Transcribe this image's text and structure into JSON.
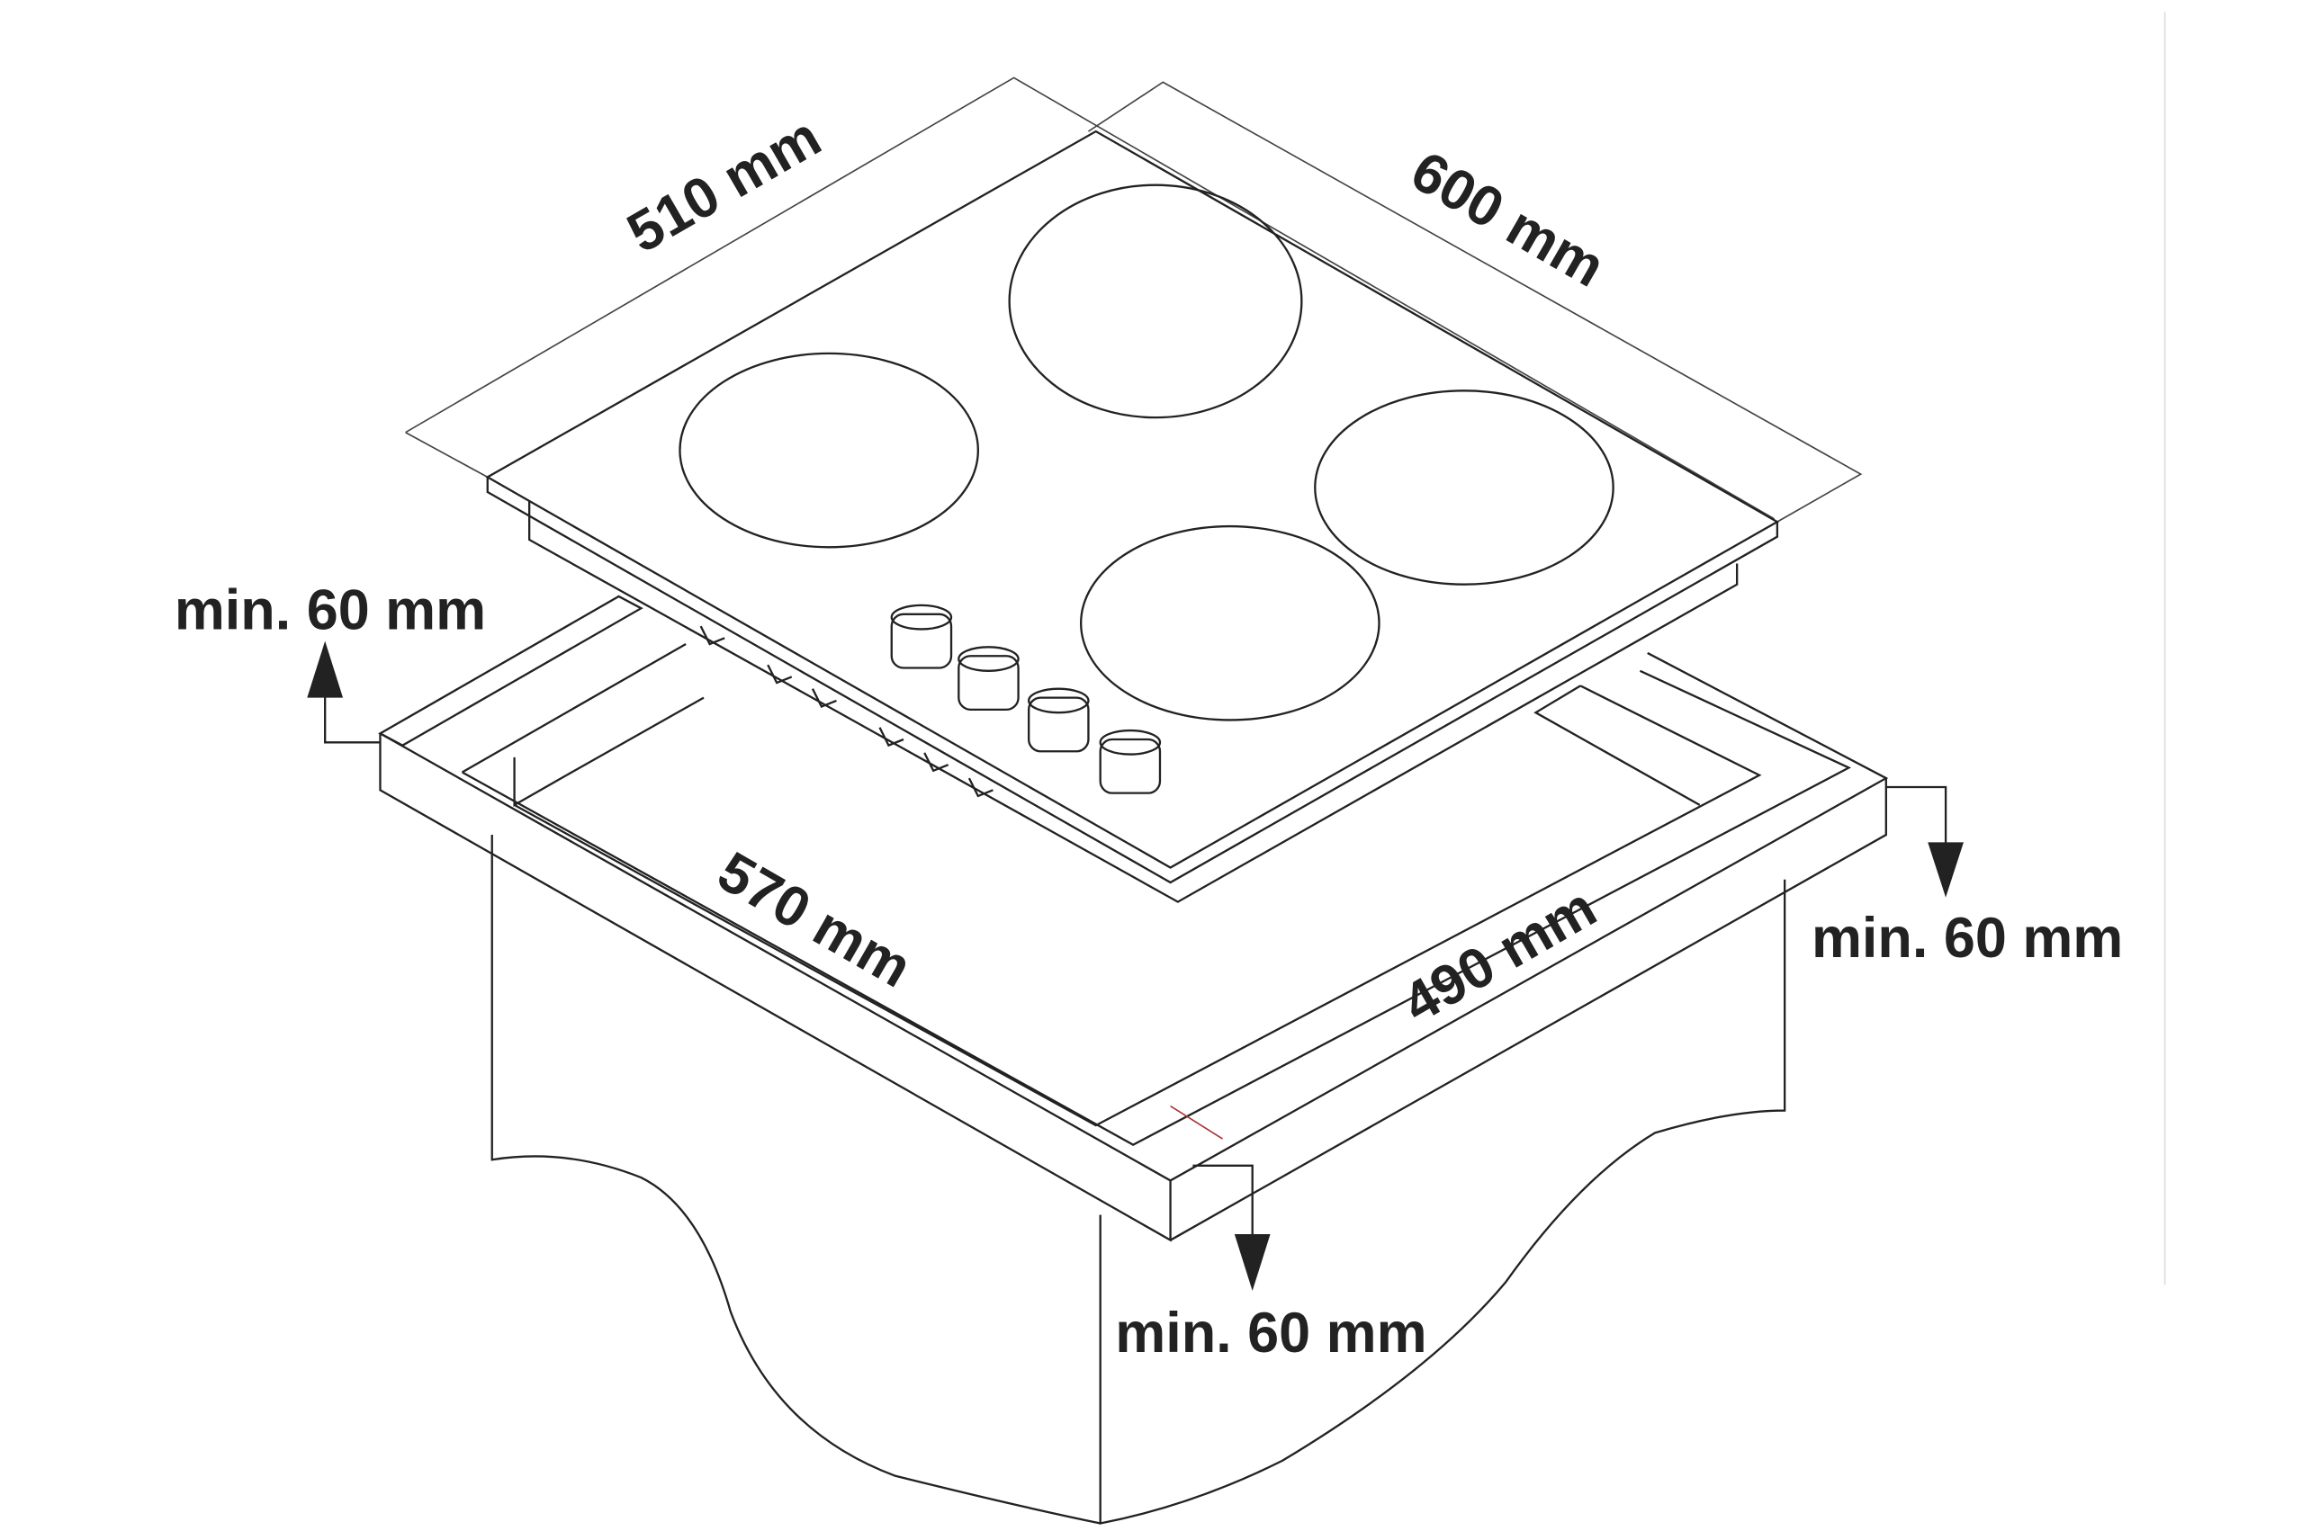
{
  "diagram": {
    "hob_depth_label": "510 mm",
    "hob_width_label": "600 mm",
    "cutout_width_label": "570 mm",
    "cutout_depth_label": "490 mm",
    "clearance_rear_label": "min. 60 mm",
    "clearance_side_label": "min. 60 mm",
    "clearance_front_label": "min. 60 mm",
    "burner_count": 4,
    "knob_count": 4
  }
}
